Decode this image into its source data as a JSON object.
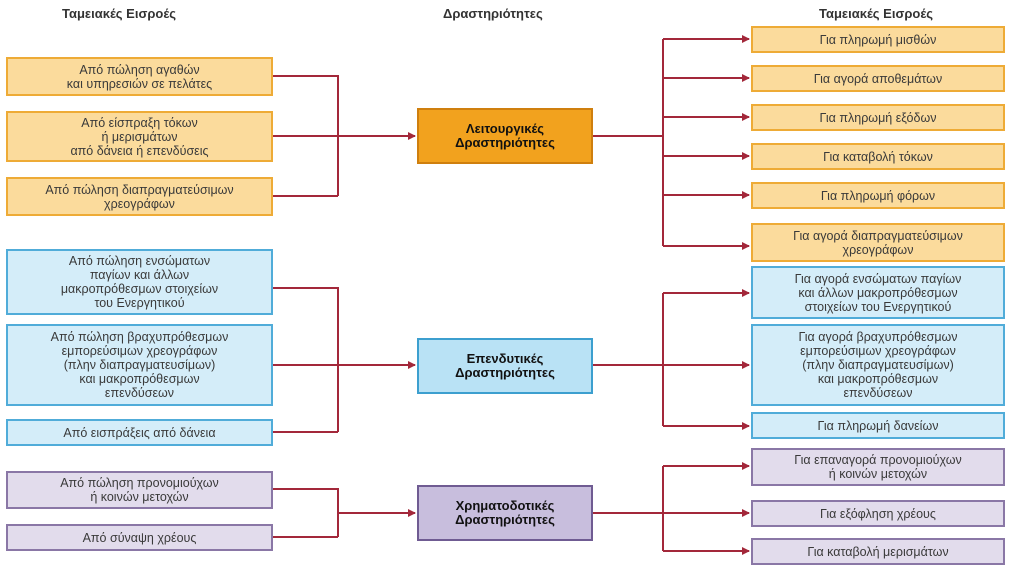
{
  "headers": {
    "left": "Ταμειακές Εισροές",
    "center": "Δραστηριότητες",
    "right": "Ταμειακές Εισροές"
  },
  "operating": {
    "label": "Λειτουργικές\nΔραστηριότητες",
    "inflows": [
      "Από πώληση αγαθών\nκαι υπηρεσιών σε πελάτες",
      "Από είσπραξη τόκων\nή μερισμάτων\nαπό δάνεια ή επενδύσεις",
      "Από πώληση διαπραγματεύσιμων\nχρεογράφων"
    ],
    "outflows": [
      "Για πληρωμή μισθών",
      "Για αγορά αποθεμάτων",
      "Για πληρωμή εξόδων",
      "Για καταβολή τόκων",
      "Για πληρωμή φόρων",
      "Για αγορά διαπραγματεύσιμων\nχρεογράφων"
    ]
  },
  "investing": {
    "label": "Επενδυτικές\nΔραστηριότητες",
    "inflows": [
      "Από πώληση ενσώματων\nπαγίων και άλλων\nμακροπρόθεσμων στοιχείων\nτου Ενεργητικού",
      "Από πώληση βραχυπρόθεσμων\nεμπορεύσιμων χρεογράφων\n(πλην διαπραγματευσίμων)\nκαι μακροπρόθεσμων\nεπενδύσεων",
      "Από εισπράξεις από δάνεια"
    ],
    "outflows": [
      "Για αγορά ενσώματων παγίων\nκαι άλλων μακροπρόθεσμων\nστοιχείων του Ενεργητικού",
      "Για αγορά βραχυπρόθεσμων\nεμπορεύσιμων χρεογράφων\n(πλην διαπραγματευσίμων)\nκαι μακροπρόθεσμων\nεπενδύσεων",
      "Για πληρωμή δανείων"
    ]
  },
  "financing": {
    "label": "Χρηματοδοτικές\nΔραστηριότητες",
    "inflows": [
      "Από πώληση προνομιούχων\nή κοινών μετοχών",
      "Από σύναψη χρέους"
    ],
    "outflows": [
      "Για επαναγορά προνομιούχων\nή κοινών μετοχών",
      "Για εξόφληση χρέους",
      "Για καταβολή μερισμάτων"
    ]
  },
  "colors": {
    "connector": "#a3283a",
    "operating_border": "#eeab36",
    "investing_border": "#50acd9",
    "financing_border": "#8a77a6"
  }
}
